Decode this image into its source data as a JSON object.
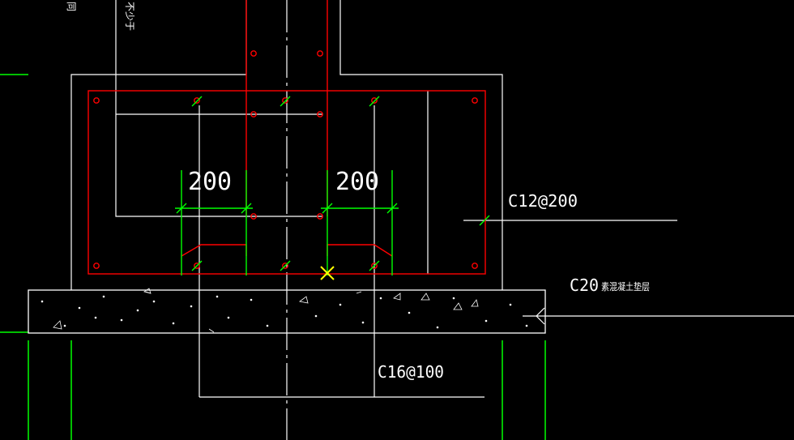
{
  "drawing": {
    "dim_left": "200",
    "dim_right": "200",
    "rebar_side": "C12@200",
    "rebar_bottom": "C16@100",
    "cushion_grade": "C20",
    "cushion_note": "素混凝土垫层",
    "cut_text_1": "同",
    "cut_text_2": "不少于"
  },
  "colors": {
    "background": "#000000",
    "outline": "#ffffff",
    "rebar": "#ff0000",
    "dimension": "#00ff00",
    "marker": "#ffff00"
  }
}
